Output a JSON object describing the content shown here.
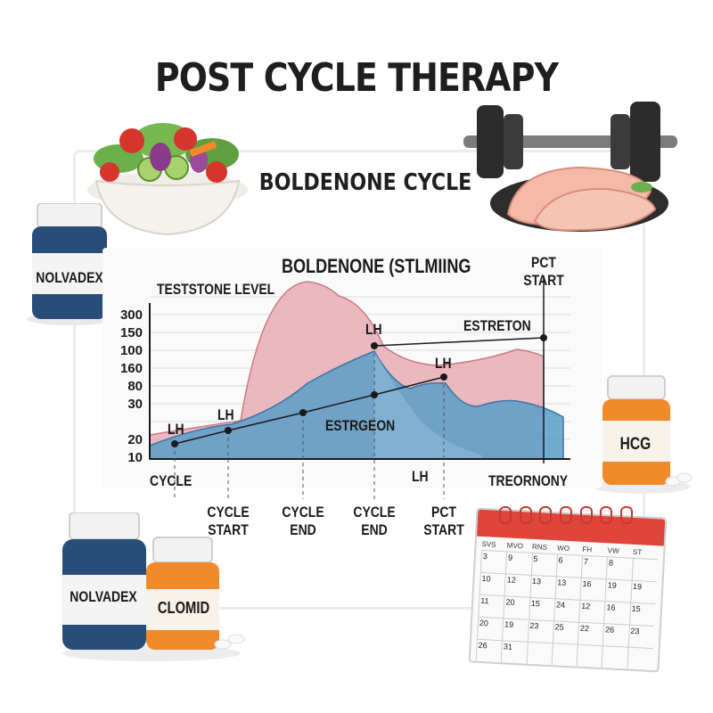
{
  "title": "POST CYCLE THERAPY",
  "subtitle": "BOLDENONE CYCLE",
  "chart": {
    "title": "BOLDENONE (STLMIING",
    "ylabel": "TESTSTONE LEVEL",
    "y_ticks": [
      "300",
      "150",
      "100",
      "160",
      "80",
      "30",
      "20",
      "10"
    ],
    "annotations": {
      "pct_start_top": "PCT",
      "pct_start_bottom": "START",
      "estreton": "ESTRETON",
      "estrgeon": "ESTRGEON",
      "lh_a": "LH",
      "lh_b": "LH",
      "lh_c": "LH",
      "lh_d": "LH",
      "lh_e": "LH",
      "cycle": "CYCLE",
      "treornony": "TREORNONY"
    },
    "x_labels": [
      {
        "line1": "CYCLE",
        "line2": "START"
      },
      {
        "line1": "CYCLE",
        "line2": "END"
      },
      {
        "line1": "CYCLE",
        "line2": "END"
      },
      {
        "line1": "PCT",
        "line2": "START"
      }
    ],
    "colors": {
      "red_area": "#e9b0b8",
      "blue_area": "#5a9cc7",
      "line": "#1a1a1a"
    }
  },
  "bottles": {
    "left_top": "NOLVADEX",
    "left_bottom": "NOLVADEX",
    "clomid": "CLOMID",
    "hcg": "HCG"
  },
  "calendar": {
    "days": [
      "SVS",
      "MVO",
      "RNS",
      "WO",
      "FH",
      "VW",
      "ST"
    ],
    "rows": [
      [
        "3",
        "9",
        "5",
        "6",
        "7",
        "8",
        ""
      ],
      [
        "10",
        "12",
        "13",
        "13",
        "16",
        "19",
        "19"
      ],
      [
        "11",
        "20",
        "15",
        "24",
        "12",
        "16",
        "15"
      ],
      [
        "20",
        "19",
        "23",
        "25",
        "22",
        "26",
        "23"
      ],
      [
        "26",
        "31",
        "",
        "",
        "",
        "",
        ""
      ]
    ]
  },
  "icons": [
    "salad-bowl-icon",
    "dumbbell-icon",
    "chicken-breast-icon",
    "pill-bottle-icon",
    "calendar-icon"
  ]
}
